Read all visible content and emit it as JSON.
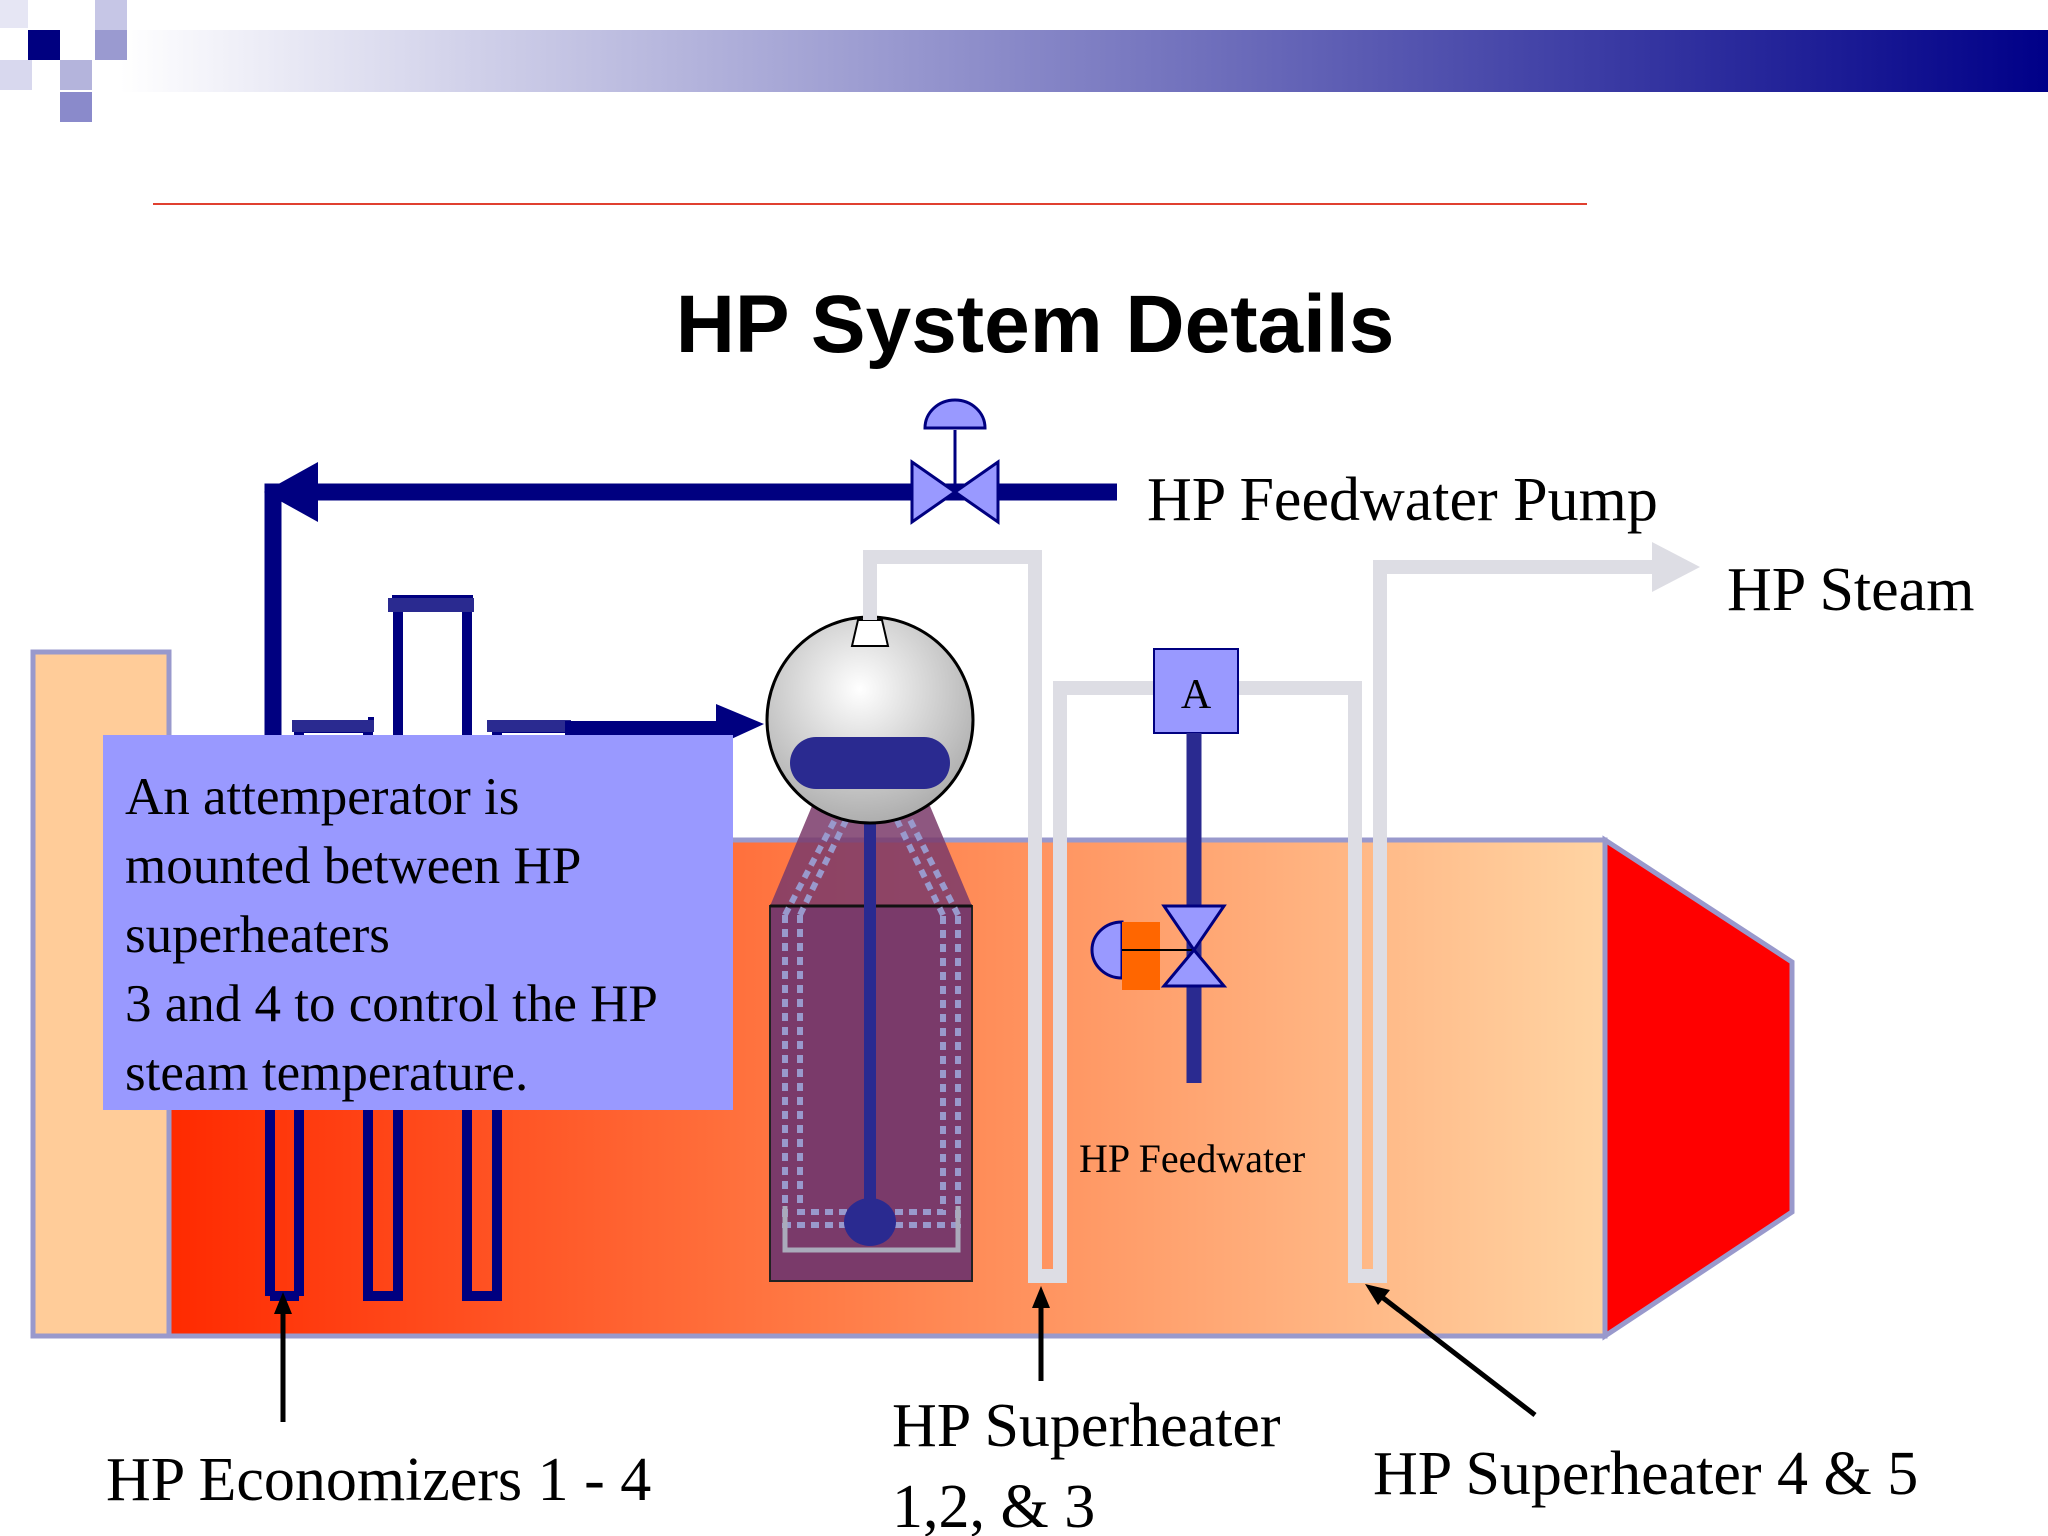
{
  "slide": {
    "title": "HP System Details",
    "colors": {
      "header_gradient_start": "#ffffff",
      "header_gradient_end": "#00008b",
      "rule_line": "#e04030",
      "pipe_water": "#000080",
      "pipe_steam": "#dddde4",
      "gas_hot": "#ff2a00",
      "gas_cool": "#ffd4a3",
      "stack": "#ffcc99",
      "burner": "#ff0000",
      "callout_fill": "#9999ff"
    }
  },
  "labels": {
    "feedwater_pump": "HP Feedwater Pump",
    "steam": "HP Steam",
    "feedwater": "HP Feedwater",
    "attemperator_symbol": "A",
    "economizers": "HP Economizers 1 - 4",
    "superheater_123_line1": "HP Superheater",
    "superheater_123_line2": "1,2, & 3",
    "superheater_45": "HP Superheater 4 & 5"
  },
  "callout": {
    "lines": [
      "An attemperator is",
      "mounted between HP",
      "superheaters",
      "3 and 4 to control the HP",
      "steam temperature."
    ]
  },
  "icons": {
    "control_valve": "control-valve-icon",
    "steam_drum": "steam-drum-icon",
    "attemperator_valve": "attemperator-valve-icon"
  }
}
